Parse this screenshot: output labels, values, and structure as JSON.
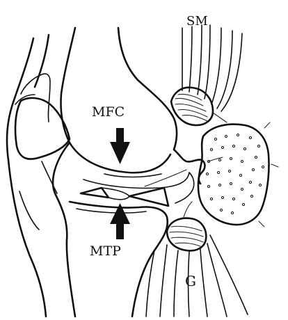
{
  "labels": {
    "sm": "SM",
    "mfc": "MFC",
    "mtp": "MTP",
    "g": "G"
  },
  "icons": {
    "mfc_arrow": "arrow-down-icon",
    "mtp_arrow": "arrow-up-icon"
  },
  "colors": {
    "ink": "#111111",
    "background": "#ffffff"
  }
}
